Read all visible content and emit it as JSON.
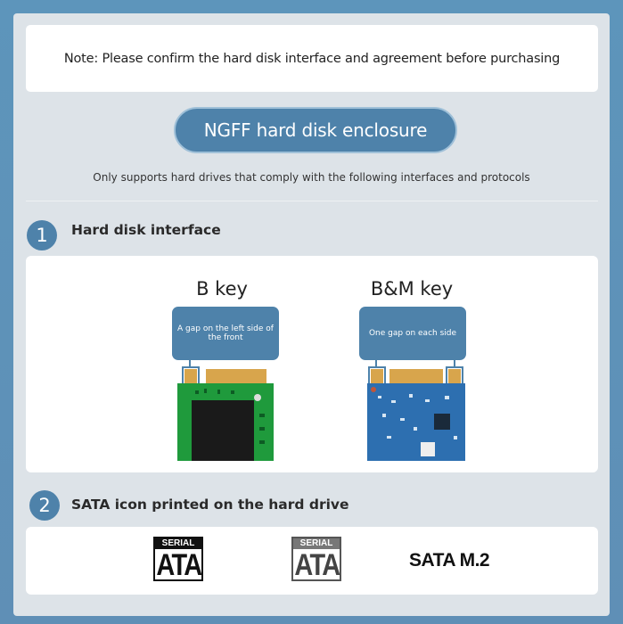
{
  "note": {
    "text": "Note: Please confirm the hard disk interface and agreement before purchasing"
  },
  "header": {
    "title": "NGFF hard disk enclosure",
    "subtitle": "Only supports hard drives that comply with the following interfaces and protocols"
  },
  "sections": [
    {
      "number": "1",
      "title": "Hard disk interface",
      "keys": [
        {
          "title": "B key",
          "description": "A gap on the left side of the front",
          "board_color": "#1f9a3c"
        },
        {
          "title": "B&M key",
          "description": "One gap on each side",
          "board_color": "#2d6fb0"
        }
      ]
    },
    {
      "number": "2",
      "title": "SATA icon printed on the hard drive",
      "logos": [
        {
          "top": "SERIAL",
          "main": "ATA",
          "style": "solid"
        },
        {
          "top": "SERIAL",
          "main": "ATA",
          "style": "outlined"
        },
        {
          "text": "SATA M.2"
        }
      ]
    }
  ],
  "colors": {
    "accent": "#4e82aa",
    "frame": "#5d95bb",
    "panel": "#dde3e8"
  }
}
